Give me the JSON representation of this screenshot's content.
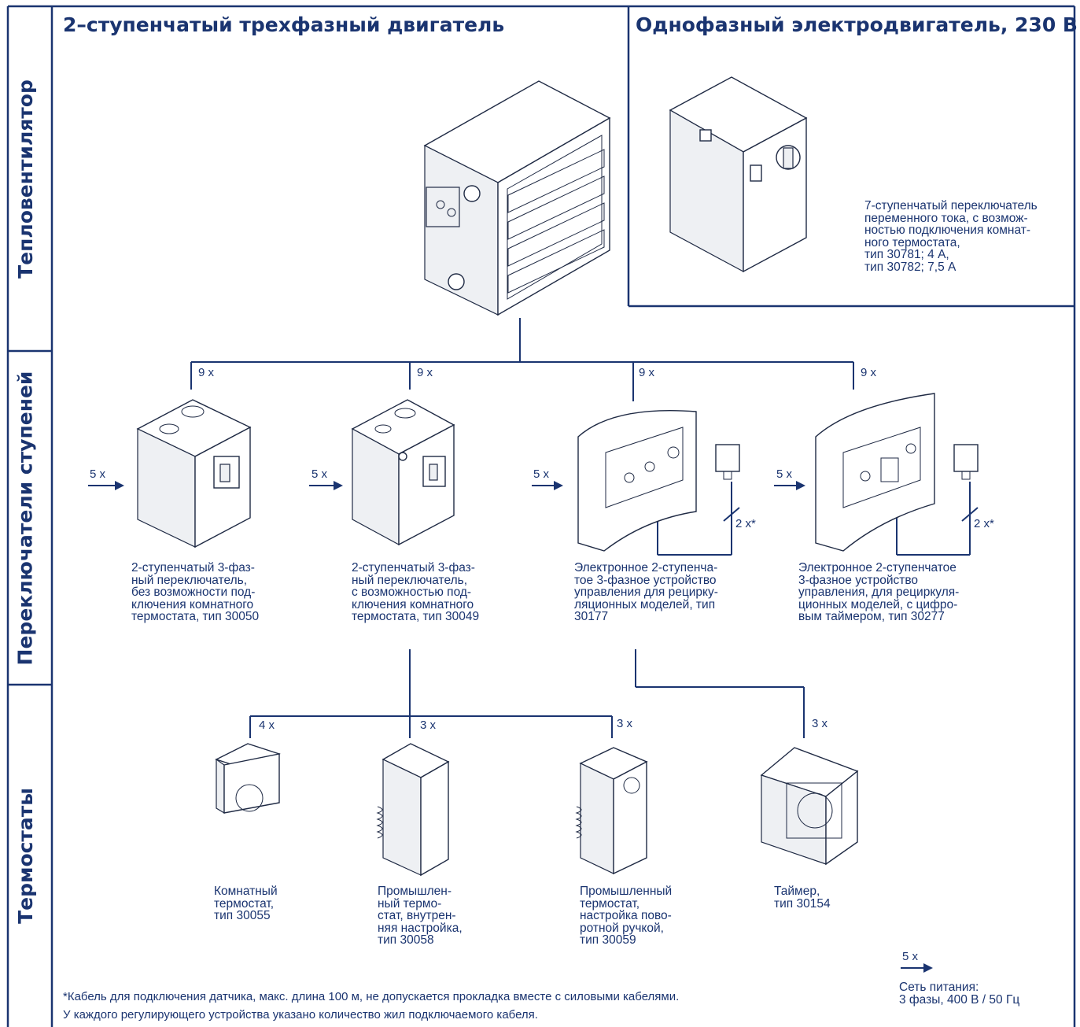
{
  "sections": {
    "heater": "Тепловентилятор",
    "switches": "Переключатели ступеней",
    "thermostats": "Термостаты"
  },
  "titles": {
    "three_phase": "2–ступенчатый трехфазный двигатель",
    "single_phase": "Однофазный электродвигатель, 230 В"
  },
  "single_phase_switch": {
    "caption": "7-ступенчатый переключатель\nпеременного тока, с возмож-\nностью подключения комнат-\nного термостата,\nтип 30781; 4 А,\nтип 30782; 7,5 А"
  },
  "switches": [
    {
      "qty_top": "9 x",
      "qty_in": "5 x",
      "caption": "2-ступенчатый 3-фаз-\nный переключатель,\nбез возможности под-\nключения комнатного\nтермостата, тип 30050"
    },
    {
      "qty_top": "9 x",
      "qty_in": "5 x",
      "caption": "2-ступенчатый 3-фаз-\nный переключатель,\nс возможностью под-\nключения комнатного\nтермостата, тип 30049"
    },
    {
      "qty_top": "9 x",
      "qty_in": "5 x",
      "qty_sensor": "2 x*",
      "caption": "Электронное 2-ступенча-\nтое 3-фазное устройство\nуправления для рецирку-\nляционных моделей, тип\n30177"
    },
    {
      "qty_top": "9 x",
      "qty_in": "5 x",
      "qty_sensor": "2 x*",
      "caption": "Электронное 2-ступенчатое\n3-фазное устройство\nуправления, для рециркуля-\nционных моделей, с цифро-\nвым таймером, тип 30277"
    }
  ],
  "thermostats": [
    {
      "qty": "4 x",
      "caption": "Комнатный\nтермостат,\nтип 30055"
    },
    {
      "qty": "3 x",
      "caption": "Промышлен-\nный термо-\nстат, внутрен-\nняя настройка,\nтип 30058"
    },
    {
      "qty": "3 x",
      "caption": "Промышленный\nтермостат,\nнастройка пово-\nротной ручкой,\nтип 30059"
    },
    {
      "qty": "3 x",
      "caption": "Таймер,\nтип 30154"
    }
  ],
  "legend": {
    "qty": "5 x",
    "caption": "Сеть питания:\n3 фазы, 400 В / 50 Гц"
  },
  "footnotes": {
    "line1": "*Кабель для подключения датчика, макс. длина 100 м, не допускается прокладка вместе с силовыми кабелями.",
    "line2": "У каждого регулирующего устройства указано количество жил подключаемого кабеля."
  }
}
